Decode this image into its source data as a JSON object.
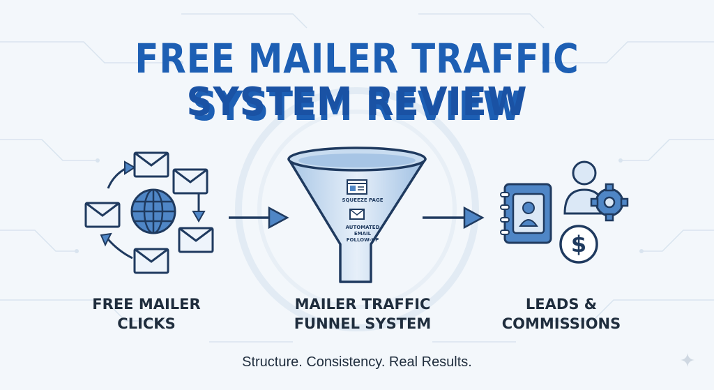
{
  "header": {
    "title_line1": "FREE MAILER TRAFFIC SYSTEM REVIEW",
    "title_line2": "SYSTEM REVIEW"
  },
  "steps": [
    {
      "label_line1": "FREE MAILER",
      "label_line2": "CLICKS"
    },
    {
      "label_line1": "MAILER TRAFFIC",
      "label_line2": "FUNNEL SYSTEM"
    },
    {
      "label_line1": "LEADS &",
      "label_line2": "COMMISSIONS"
    }
  ],
  "funnel": {
    "stage1": "SQUEEZE PAGE",
    "stage2_line1": "AUTOMATED",
    "stage2_line2": "EMAIL",
    "stage2_line3": "FOLLOW-UP"
  },
  "tagline": "Structure. Consistency. Real Results.",
  "colors": {
    "primary": "#1d5fb4",
    "dark": "#1f2d3d",
    "icon_fill": "#4f86c6",
    "light_fill": "#dbe8f6",
    "background": "#f3f7fb"
  },
  "icons": [
    "envelope-icon",
    "globe-icon",
    "arrow-icon",
    "funnel-icon",
    "address-book-icon",
    "user-gear-icon",
    "dollar-coin-icon",
    "sparkle-icon"
  ]
}
